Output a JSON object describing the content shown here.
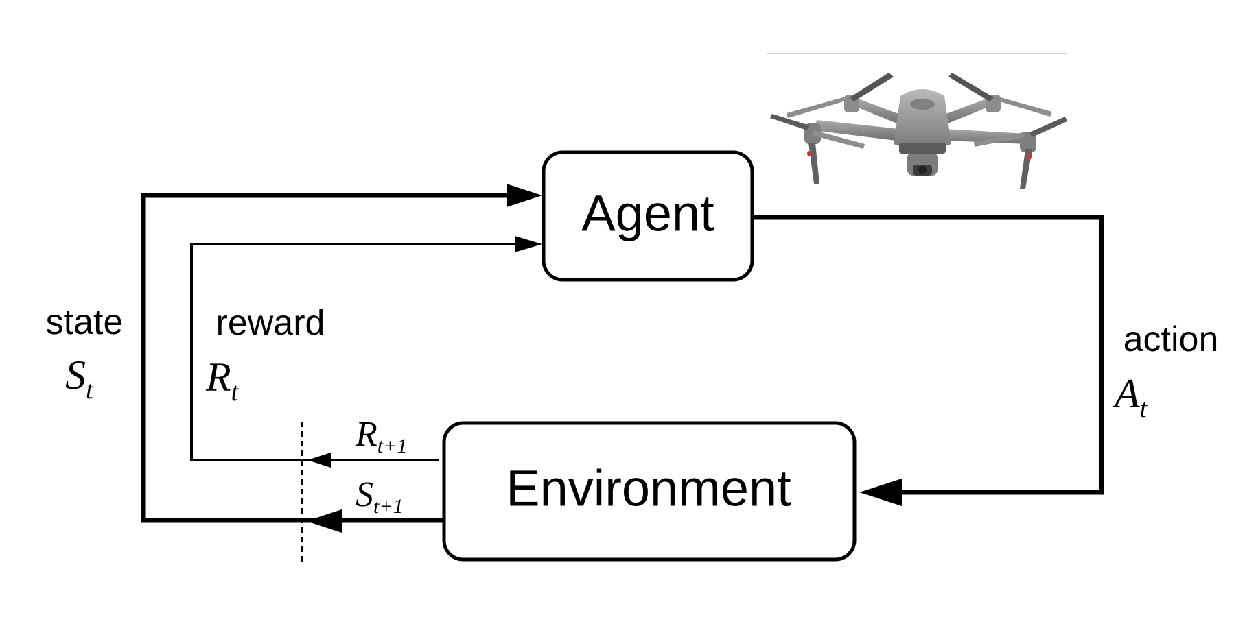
{
  "nodes": {
    "agent": {
      "label": "Agent"
    },
    "environment": {
      "label": "Environment"
    }
  },
  "labels": {
    "state": {
      "word": "state",
      "symbol": "S",
      "sub": "t"
    },
    "reward": {
      "word": "reward",
      "symbol": "R",
      "sub": "t"
    },
    "action": {
      "word": "action",
      "symbol": "A",
      "sub": "t"
    },
    "next_reward": {
      "symbol": "R",
      "sub": "t+1"
    },
    "next_state": {
      "symbol": "S",
      "sub": "t+1"
    }
  },
  "drone": {
    "icon": "drone-icon"
  }
}
